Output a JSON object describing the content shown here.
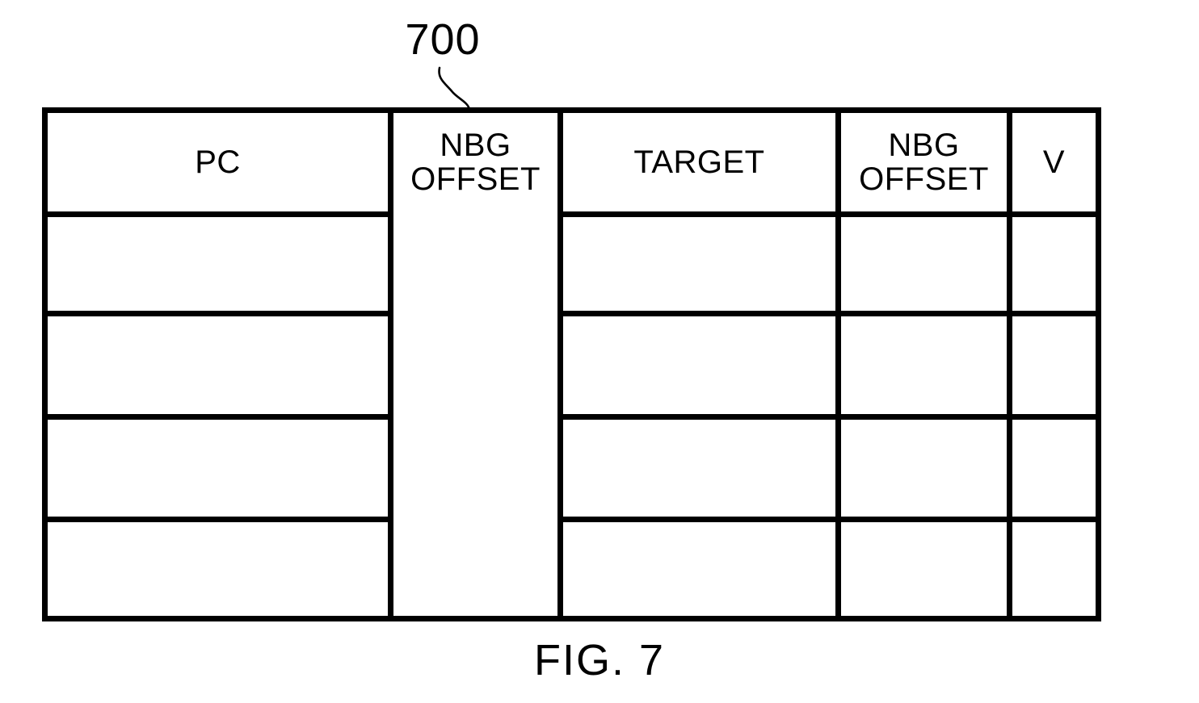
{
  "figure": {
    "reference_numeral": "700",
    "caption": "FIG. 7"
  },
  "table": {
    "columns": [
      {
        "id": "pc",
        "label": "PC",
        "spans_all_rows": false
      },
      {
        "id": "nbg-offset-1",
        "label": "NBG\nOFFSET",
        "spans_all_rows": true
      },
      {
        "id": "target",
        "label": "TARGET",
        "spans_all_rows": false
      },
      {
        "id": "nbg-offset-2",
        "label": "NBG\nOFFSET",
        "spans_all_rows": false
      },
      {
        "id": "v",
        "label": "V",
        "spans_all_rows": false
      }
    ],
    "rows": [
      {
        "pc": "",
        "target": "",
        "nbg_offset_2": "",
        "v": ""
      },
      {
        "pc": "",
        "target": "",
        "nbg_offset_2": "",
        "v": ""
      },
      {
        "pc": "",
        "target": "",
        "nbg_offset_2": "",
        "v": ""
      },
      {
        "pc": "",
        "target": "",
        "nbg_offset_2": "",
        "v": ""
      }
    ],
    "row_count": 4,
    "column_count": 5
  },
  "colors": {
    "ink": "#000000",
    "background": "#ffffff"
  }
}
